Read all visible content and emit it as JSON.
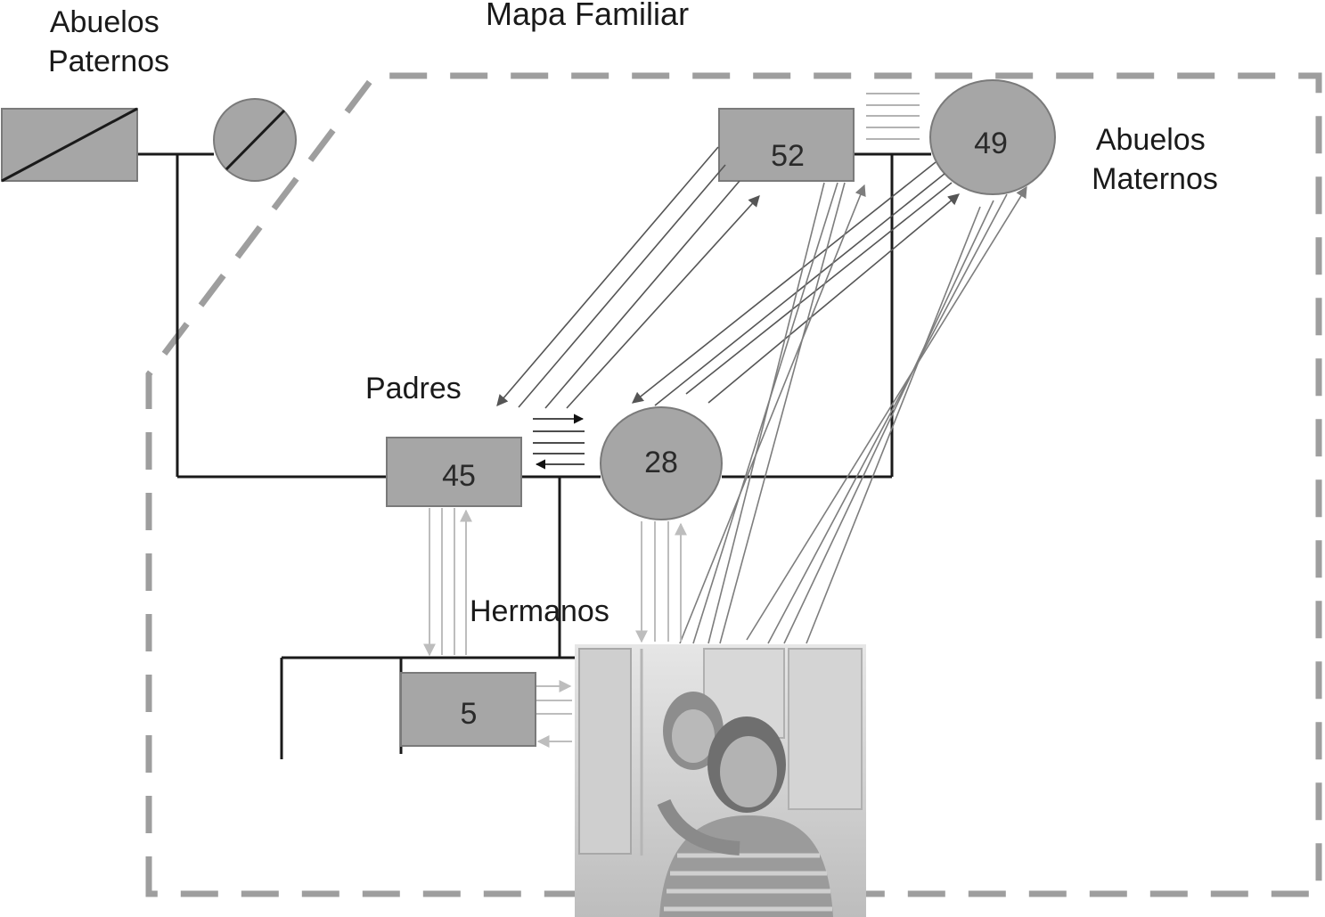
{
  "diagram": {
    "title": "Mapa Familiar",
    "groups": {
      "paternal_grandparents": "Abuelos\nPaternos",
      "maternal_grandparents": "Abuelos\nMaternos",
      "parents": "Padres",
      "siblings": "Hermanos"
    },
    "people": {
      "maternal_grandfather_age": "52",
      "maternal_grandmother_age": "49",
      "father_age": "45",
      "mother_age": "28",
      "sibling_age": "5"
    },
    "colors": {
      "node_fill": "#a6a6a6",
      "frame_dash": "#9e9e9e",
      "kinship_line": "#1a1a1a"
    },
    "photo": {
      "description_icon": "photo-icon"
    }
  }
}
